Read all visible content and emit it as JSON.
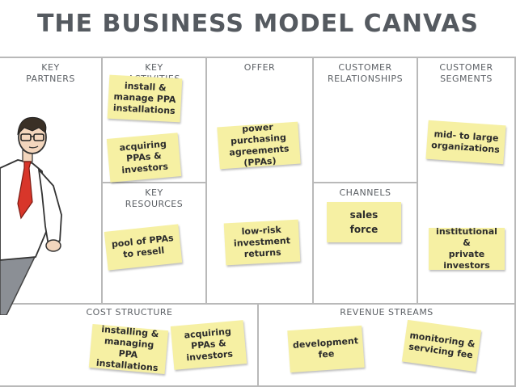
{
  "title": "THE BUSINESS MODEL CANVAS",
  "colors": {
    "note": "#f6f0a3",
    "grid": "#b9b9b9",
    "label": "#5d6166",
    "tie": "#d8362a"
  },
  "sections": {
    "key_partners": "KEY\nPARTNERS",
    "key_activities": "KEY\nACTIVITIES",
    "offer": "OFFER",
    "customer_relationships": "CUSTOMER\nRELATIONSHIPS",
    "customer_segments": "CUSTOMER\nSEGMENTS",
    "key_resources": "KEY\nRESOURCES",
    "channels": "CHANNELS",
    "cost_structure": "COST STRUCTURE",
    "revenue_streams": "REVENUE STREAMS"
  },
  "notes": {
    "ka1": "install &\nmanage PPA\ninstallations",
    "ka2": "acquiring\nPPAs &\ninvestors",
    "kr1": "pool of PPAs\nto resell",
    "of1": "power purchasing\nagreements\n(PPAs)",
    "of2": "low-risk\ninvestment\nreturns",
    "ch1": "sales\nforce",
    "cs1": "mid- to large\norganizations",
    "cs2": "institutional &\nprivate\ninvestors",
    "co1": "installing &\nmanaging PPA\ninstallations",
    "co2": "acquiring\nPPAs &\ninvestors",
    "rv1": "development\nfee",
    "rv2": "monitoring &\nservicing fee"
  }
}
